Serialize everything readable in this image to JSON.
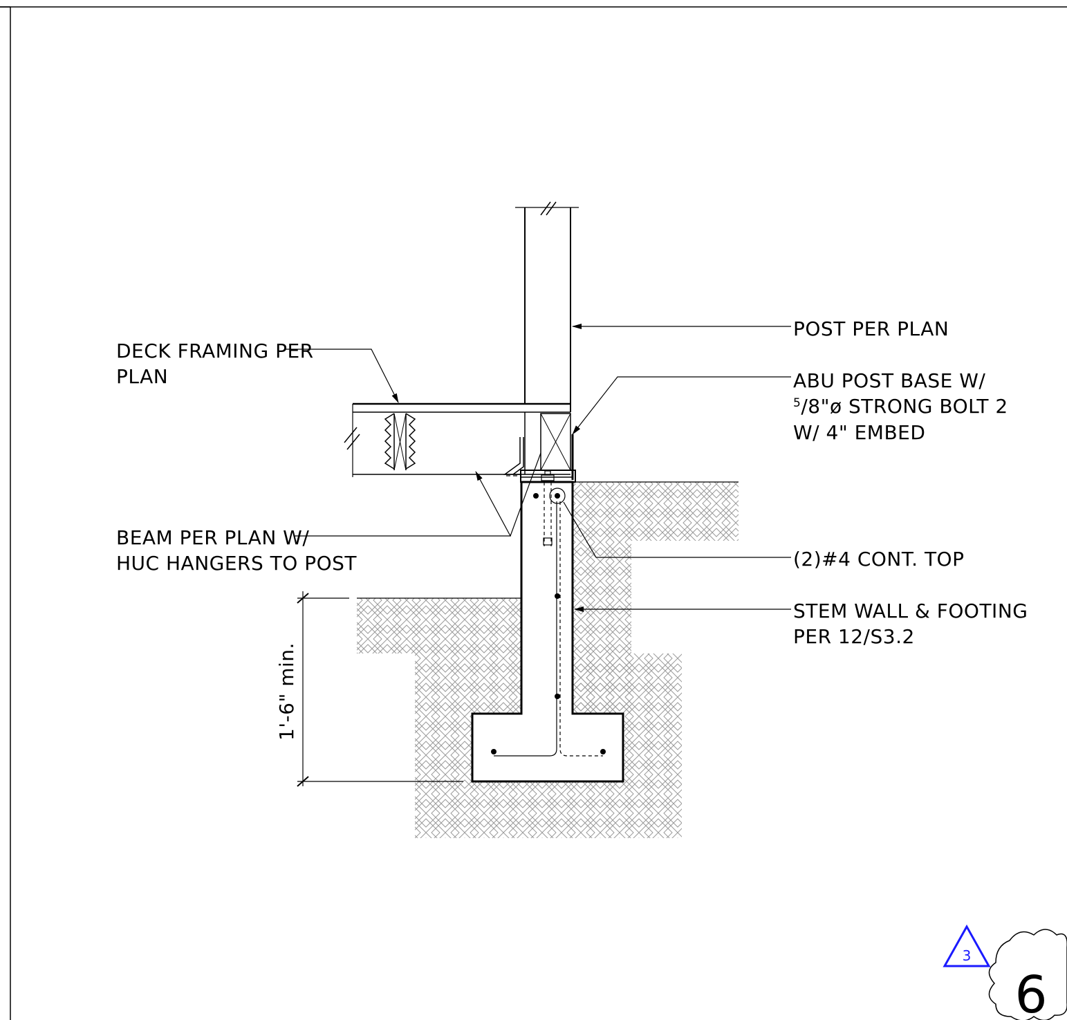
{
  "labels": {
    "post": "POST PER PLAN",
    "post_base_l1": "ABU POST BASE W/",
    "post_base_l2_frac_num": "5",
    "post_base_l2_rest": "/8\"ø STRONG BOLT 2",
    "post_base_l3": "W/ 4\" EMBED",
    "deck_l1": "DECK FRAMING PER",
    "deck_l2": "PLAN",
    "beam_l1": "BEAM PER PLAN W/",
    "beam_l2": "HUC HANGERS TO POST",
    "rebar": "(2)#4 CONT. TOP",
    "stem_l1": "STEM WALL & FOOTING",
    "stem_l2": "PER 12/S3.2"
  },
  "dimension": "1'-6\" min.",
  "revision": {
    "number": "3",
    "color": "#1a1aff"
  },
  "detail_number": "6",
  "colors": {
    "line": "#000000",
    "hatch": "#9a9a9a",
    "revision": "#1a1aff"
  }
}
